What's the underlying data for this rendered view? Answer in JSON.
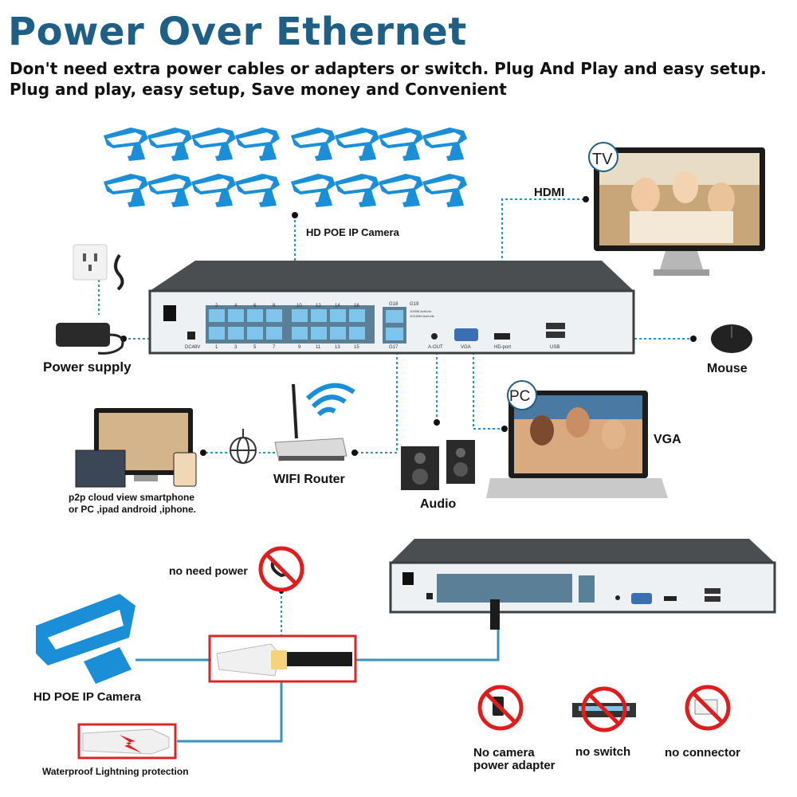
{
  "header": {
    "title": "Power Over Ethernet",
    "subtitle_line1": "Don't need extra power cables or adapters or switch. Plug And Play and easy setup.",
    "subtitle_line2": "Plug and play, easy setup, Save money and Convenient"
  },
  "labels": {
    "hd_poe_ip_camera_top": "HD POE IP Camera",
    "hdmi": "HDMI",
    "tv": "TV",
    "power_supply": "Power supply",
    "mouse": "Mouse",
    "pc": "PC",
    "vga": "VGA",
    "wifi_router": "WIFI Router",
    "audio": "Audio",
    "p2p_line1": "p2p cloud view smartphone",
    "p2p_line2": "or PC ,ipad android ,iphone.",
    "no_need_power": "no need power",
    "hd_poe_ip_camera_bottom": "HD POE IP Camera",
    "waterproof": "Waterproof Lightning protection",
    "no_camera_line1": "No camera",
    "no_camera_line2": "power adapter",
    "no_switch": "no switch",
    "no_connector": "no connector"
  },
  "nvr_panel": {
    "port_numbers_top": [
      "2",
      "4",
      "6",
      "8",
      "10",
      "12",
      "14",
      "16"
    ],
    "port_numbers_bottom": [
      "1",
      "3",
      "5",
      "7",
      "9",
      "11",
      "13",
      "15"
    ],
    "dc_label": "DC48V",
    "g18": "G18",
    "g19": "G19",
    "g17": "G17",
    "speed_1": "1000M Act/Link",
    "speed_2": "10/100M Act/Link",
    "aout": "A-OUT",
    "vga_port": "VGA",
    "hd_port": "HD-port",
    "usb": "USB"
  },
  "colors": {
    "title": "#1f5f86",
    "camera_blue": "#1a8fd8",
    "dotted_line": "#2a93c9",
    "nvr_body": "#45494c",
    "port_blue": "#7fc4ea",
    "prohibit_red": "#e01d1d",
    "highlight_red": "#d8272a"
  },
  "icons": [
    "camera-icon",
    "tv-icon",
    "power-adapter-icon",
    "wall-socket-icon",
    "mouse-icon",
    "laptop-icon",
    "router-icon",
    "globe-icon",
    "wifi-icon",
    "speaker-icon",
    "monitor-icon",
    "no-sign-icon",
    "poe-connector-icon",
    "switch-icon"
  ]
}
